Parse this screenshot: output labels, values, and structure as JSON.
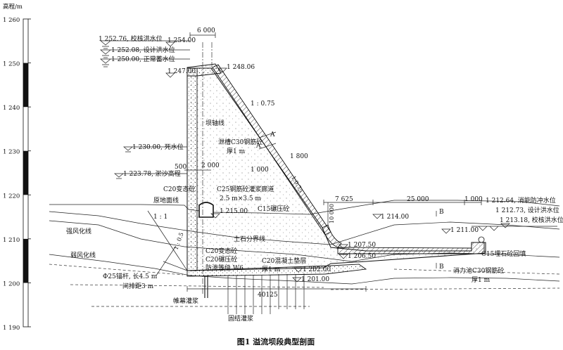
{
  "figure": {
    "caption": "图1  溢流坝段典型剖面",
    "axis": {
      "unit_label": "高程/m",
      "ticks": [
        "1 260",
        "1 250",
        "1 240",
        "1 230",
        "1 220",
        "1 210",
        "1 200",
        "1 190"
      ]
    },
    "water_levels": {
      "check_flood_up": "1 252.76, 校核洪水位",
      "design_flood_up": "1 252.08, 设计洪水位",
      "normal_storage": "1 250.00, 正常蓄水位",
      "dead_level": "1 230.00, 死水位",
      "silt_level": "1 223.78, 淤沙高程",
      "energy_dissipation": "1 212.64, 消能防冲水位",
      "design_flood_down": "1 212.73, 设计洪水位",
      "check_flood_down": "1 213.18, 校核洪水位"
    },
    "elevations": {
      "crest_top": "1 254.00",
      "crest_left": "1 247.00",
      "crest_right": "1 248.06",
      "gallery_floor": "1 215.00",
      "apron_end": "1 214.00",
      "pool_end": "1 211.00",
      "toe_top": "1 207.50",
      "toe_bottom": "1 206.50",
      "base_top": "1 202.00",
      "base_bottom": "1 201.00"
    },
    "dimensions": {
      "crest_width": "6 000",
      "d500": "500",
      "d2000": "2 000",
      "d1800": "1 800",
      "d1000": "1 000",
      "d7625": "7 625",
      "d25000": "25 000",
      "d1000b": "1 000",
      "d10000": "10 000",
      "d40125": "40125",
      "slope_main": "1 : 0.75",
      "slope_lower": "1:0.75",
      "slope_found": "1 : 1",
      "slope_bolt": "1 : 0.5",
      "section_a": "A",
      "section_b": "B"
    },
    "annotations": {
      "dam_axis": "坝轴线",
      "chute_concrete": "泄槽C30钢筋砼",
      "chute_thickness": "厚1 m",
      "c20_modified_top": "C20变态砼",
      "original_ground": "原地面线",
      "gallery": "C25钢筋砼灌浆廊道",
      "gallery_size": "2.5 m×3.5 m",
      "c15_rcc": "C15碾压砼",
      "soil_rock": "土石分界线",
      "strong_weathering": "强风化线",
      "weak_weathering": "弱风化线",
      "c20_modified_bottom": "C20变态砼",
      "c20_rcc": "C20碾压砼",
      "seepage_grade": "防渗等级 W6",
      "c20_cushion": "C20混凝土垫层",
      "cushion_thickness": "厚1 m",
      "anchor": "Φ25锚杆, 长4.5 m",
      "anchor_spacing": "间排距3 m",
      "curtain_grout": "帷幕灌浆",
      "consolidation_grout": "固结灌浆",
      "c15_backfill": "C15埋石砼回填",
      "stilling_basin": "消力池C30钢筋砼",
      "basin_thickness": "厚1 m"
    }
  }
}
